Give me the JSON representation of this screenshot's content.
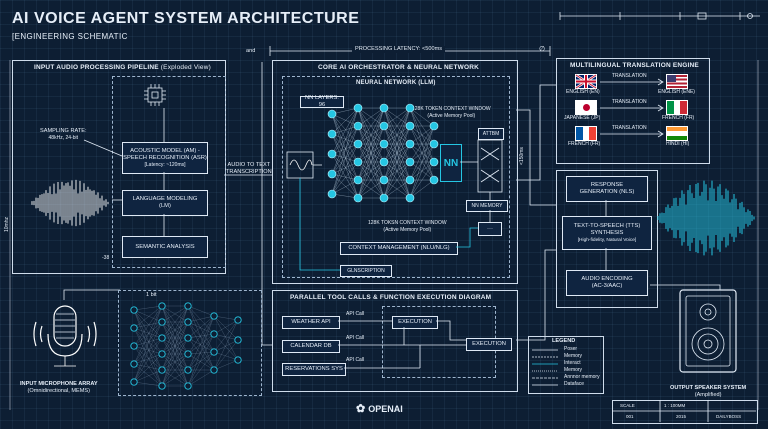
{
  "header": {
    "title": "AI VOICE AGENT SYSTEM ARCHITECTURE",
    "subtitle": "[ENGINEERING SCHEMATIC"
  },
  "top_labels": {
    "and": "and",
    "latency": "PROCESSING LATENCY: <500ms",
    "phi": "∅",
    "h10": "10mhz",
    "h38": "-38",
    "t150": "<150ms"
  },
  "input_pipeline": {
    "title": "INPUT AUDIO PROCESSING PIPELINE",
    "title_suffix": "(Exploded View)",
    "sampling": "SAMPLING RATE:",
    "sampling_val": "48kHz, 24-bit",
    "asr_line1": "ACOUSTIC MODEL (AM) -",
    "asr_line2": "SPEECH RECOGNITION (ASR)",
    "asr_line3": "[Latency: ~120ms]",
    "lm_line1": "LANGUAGE MODELING",
    "lm_line2": "(LM)",
    "semantic": "SEMANTIC ANALYSIS"
  },
  "bridge": {
    "label1": "AUDIO TO TEXT",
    "label2": "TRANSCRIPTION"
  },
  "orchestrator": {
    "title": "CORE AI ORCHESTRATOR & NEURAL NETWORK",
    "nn_title": "NEURAL NETWORK (LLM)",
    "layers": "NN LAYERS: 96",
    "ctx1_a": "128K TOKEN CONTEXT WINDOW",
    "ctx1_b": "(Active Memory Pool)",
    "ctx2_a": "128K TOKSN CONTEXT WINDOW",
    "ctx2_b": "(Active Memory Pool)",
    "nn": "NN",
    "attn": "ATTBM",
    "memory": "NN MEMORY",
    "ctx_mgmt": "CONTEXT MANAGEMENT (NLU/NLG)",
    "bottom": "GLNSCRIPTION"
  },
  "translation": {
    "title": "MULTILINGUAL TRANSLATION ENGINE",
    "arrow_label": "TRANSLATION",
    "pairs": [
      {
        "from": "ENGLISH (EN)",
        "to": "ENGLISH (ENE)"
      },
      {
        "from": "JAPANESE (JP)",
        "to": "FRENCH (FR)"
      },
      {
        "from": "FRENCH (FR)",
        "to": "HINDI (HI)"
      }
    ],
    "colors": {
      "red": "#c8102e",
      "blue": "#012169",
      "green": "#009246",
      "saffron": "#ff9933"
    }
  },
  "output_pipeline": {
    "resp1": "RESPONSE",
    "resp2": "GENERATION (NLS)",
    "tts1": "TEXT-TO-SPEECH (TTS)",
    "tts2": "SYNTHESIS",
    "tts3": "[High-fidelity, Natural Voice]",
    "enc1": "AUDIO ENCODING",
    "enc2": "(AC-3/AAC)"
  },
  "tools": {
    "title": "PARALLEL TOOL CALLS & FUNCTION EXECUTION DIAGRAM",
    "apis": [
      "WEATHER API",
      "CALENDAR DB",
      "RESERVATIONS SYS"
    ],
    "api_call": "API Call",
    "exec": "EXECUTION"
  },
  "legend": {
    "title": "LEGEND",
    "items": [
      "Poser",
      "Memory",
      "Interact",
      "Memory",
      "Annnor memory",
      "Dataface"
    ]
  },
  "lower_left": {
    "onebit": "1 bit",
    "mic1": "INPUT MICROPHONE ARRAY",
    "mic2": "(Omnidirectional, MEMS)"
  },
  "speaker": {
    "line1": "OUTPUT SPEAKER SYSTEM",
    "line2": "(Amplified)"
  },
  "footer": {
    "brand": "OPENAI",
    "scale": "SCALE",
    "scale_val": "1 : 100MM",
    "r1": "001",
    "r2": "2015",
    "r3": "DAILYBOSS"
  },
  "accent": "#25c6e3"
}
